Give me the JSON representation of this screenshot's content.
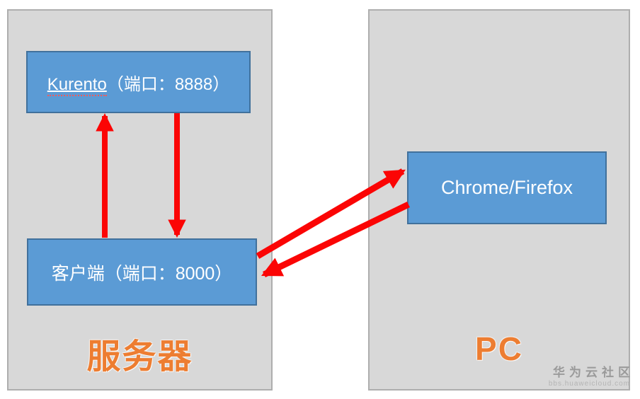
{
  "server_panel": {
    "title": "服务器",
    "kurento_box": {
      "name": "Kurento",
      "port_suffix": "（端口：8888）"
    },
    "client_box": {
      "label": "客户端（端口：8000）"
    }
  },
  "pc_panel": {
    "title": "PC",
    "browser_box": {
      "label": "Chrome/Firefox"
    }
  },
  "connections": [
    {
      "from": "client-box",
      "to": "kurento-box",
      "style": "red-arrow"
    },
    {
      "from": "kurento-box",
      "to": "client-box",
      "style": "red-arrow"
    },
    {
      "from": "client-box",
      "to": "browser-box",
      "style": "red-arrow"
    },
    {
      "from": "browser-box",
      "to": "client-box",
      "style": "red-arrow"
    }
  ],
  "colors": {
    "box_fill": "#5b9bd5",
    "box_border": "#41719c",
    "panel_fill": "#d8d8d8",
    "panel_border": "#aeaeae",
    "arrow_red": "#fb0505",
    "wordart_orange": "#ed7d31"
  },
  "watermark": {
    "title": "华为云社区",
    "url": "bbs.huaweicloud.com"
  }
}
